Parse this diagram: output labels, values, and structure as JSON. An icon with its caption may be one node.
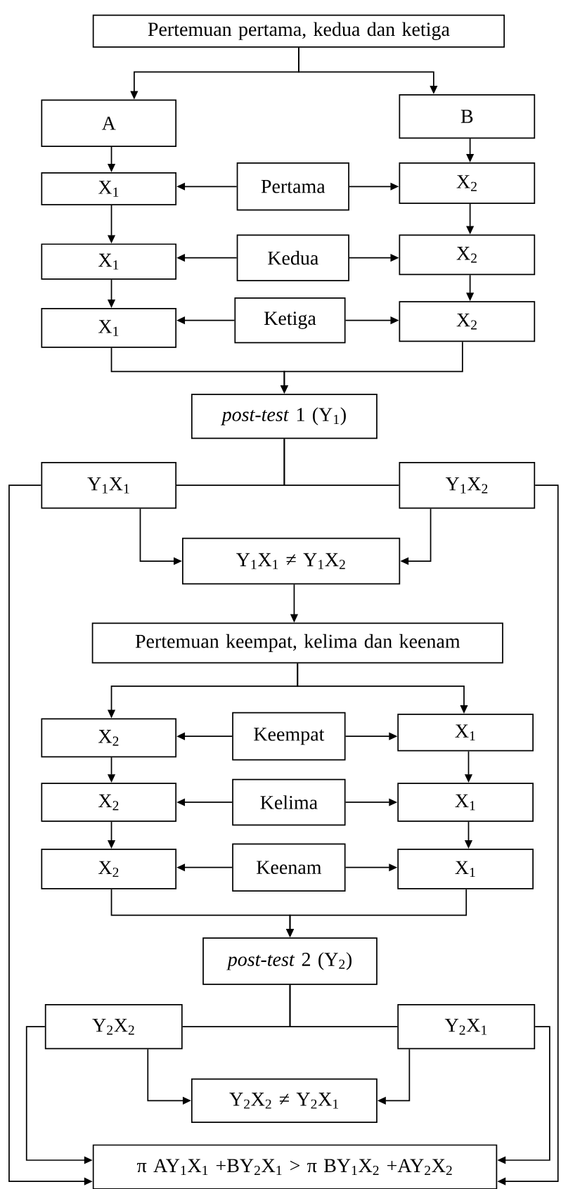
{
  "diagram": {
    "nodes": [
      {
        "text": [
          "Pertemuan pertama, kedua dan ketiga"
        ]
      },
      {
        "text": [
          "A"
        ]
      },
      {
        "text": [
          "B"
        ]
      },
      {
        "text": [
          "X$_{1}$"
        ]
      },
      {
        "text": [
          "Pertama"
        ]
      },
      {
        "text": [
          "X$_{2}$"
        ]
      },
      {
        "text": [
          "X$_{1}$"
        ]
      },
      {
        "text": [
          "Kedua"
        ]
      },
      {
        "text": [
          "X$_{2}$"
        ]
      },
      {
        "text": [
          "X$_{1}$"
        ]
      },
      {
        "text": [
          "Ketiga"
        ]
      },
      {
        "text": [
          "X$_{2}$"
        ]
      },
      {
        "text": [
          "*post-test* 1 (Y$_{1}$)"
        ]
      },
      {
        "text": [
          "Y$_{1}$X$_{1}$"
        ]
      },
      {
        "text": [
          "Y$_{1}$X$_{2}$"
        ]
      },
      {
        "text": [
          "Y$_{1}$X$_{1}$ ≠ Y$_{1}$X$_{2}$"
        ]
      },
      {
        "text": [
          "Pertemuan keempat, kelima dan keenam"
        ]
      },
      {
        "text": [
          "X$_{2}$"
        ]
      },
      {
        "text": [
          "Keempat"
        ]
      },
      {
        "text": [
          "X$_{1}$"
        ]
      },
      {
        "text": [
          "X$_{2}$"
        ]
      },
      {
        "text": [
          "Kelima"
        ]
      },
      {
        "text": [
          "X$_{1}$"
        ]
      },
      {
        "text": [
          "X$_{2}$"
        ]
      },
      {
        "text": [
          "Keenam"
        ]
      },
      {
        "text": [
          "X$_{1}$"
        ]
      },
      {
        "text": [
          "*post-test* 2 (Y$_{2}$)"
        ]
      },
      {
        "text": [
          "Y$_{2}$X$_{2}$"
        ]
      },
      {
        "text": [
          "Y$_{2}$X$_{1}$"
        ]
      },
      {
        "text": [
          "Y$_{2}$X$_{2}$ ≠ Y$_{2}$X$_{1}$"
        ]
      },
      {
        "text": [
          "π AY$_{1}$X$_{1}$ +BY$_{2}$X$_{1}$ > π BY$_{1}$X$_{2}$ +AY$_{2}$X$_{2}$"
        ]
      }
    ],
    "edges": [
      {
        "from": 0,
        "to": 1,
        "arrow": "to"
      },
      {
        "from": 0,
        "to": 2,
        "arrow": "to"
      },
      {
        "from": 1,
        "to": 3,
        "arrow": "to"
      },
      {
        "from": 2,
        "to": 5,
        "arrow": "to"
      },
      {
        "from": 4,
        "to": 3,
        "arrow": "to"
      },
      {
        "from": 4,
        "to": 5,
        "arrow": "to"
      },
      {
        "from": 3,
        "to": 6,
        "arrow": "to"
      },
      {
        "from": 5,
        "to": 8,
        "arrow": "to"
      },
      {
        "from": 7,
        "to": 6,
        "arrow": "to"
      },
      {
        "from": 7,
        "to": 8,
        "arrow": "to"
      },
      {
        "from": 6,
        "to": 9,
        "arrow": "to"
      },
      {
        "from": 8,
        "to": 11,
        "arrow": "to"
      },
      {
        "from": 10,
        "to": 9,
        "arrow": "to"
      },
      {
        "from": 10,
        "to": 11,
        "arrow": "to"
      },
      {
        "from": 9,
        "to": 12,
        "arrow": "to"
      },
      {
        "from": 11,
        "to": 12,
        "arrow": "to"
      },
      {
        "from": 12,
        "to": 13,
        "arrow": "none"
      },
      {
        "from": 12,
        "to": 14,
        "arrow": "none"
      },
      {
        "from": 13,
        "to": 15,
        "arrow": "to"
      },
      {
        "from": 14,
        "to": 15,
        "arrow": "to"
      },
      {
        "from": 13,
        "to": 30,
        "arrow": "to"
      },
      {
        "from": 14,
        "to": 30,
        "arrow": "to"
      },
      {
        "from": 15,
        "to": 16,
        "arrow": "to"
      },
      {
        "from": 16,
        "to": 17,
        "arrow": "to"
      },
      {
        "from": 16,
        "to": 19,
        "arrow": "to"
      },
      {
        "from": 18,
        "to": 17,
        "arrow": "to"
      },
      {
        "from": 18,
        "to": 19,
        "arrow": "to"
      },
      {
        "from": 17,
        "to": 20,
        "arrow": "to"
      },
      {
        "from": 19,
        "to": 22,
        "arrow": "to"
      },
      {
        "from": 21,
        "to": 20,
        "arrow": "to"
      },
      {
        "from": 21,
        "to": 22,
        "arrow": "to"
      },
      {
        "from": 20,
        "to": 23,
        "arrow": "to"
      },
      {
        "from": 22,
        "to": 25,
        "arrow": "to"
      },
      {
        "from": 24,
        "to": 23,
        "arrow": "to"
      },
      {
        "from": 24,
        "to": 25,
        "arrow": "to"
      },
      {
        "from": 23,
        "to": 26,
        "arrow": "to"
      },
      {
        "from": 25,
        "to": 26,
        "arrow": "to"
      },
      {
        "from": 26,
        "to": 27,
        "arrow": "none"
      },
      {
        "from": 26,
        "to": 28,
        "arrow": "none"
      },
      {
        "from": 27,
        "to": 29,
        "arrow": "to"
      },
      {
        "from": 28,
        "to": 29,
        "arrow": "to"
      },
      {
        "from": 27,
        "to": 30,
        "arrow": "to"
      },
      {
        "from": 28,
        "to": 30,
        "arrow": "to"
      }
    ]
  }
}
